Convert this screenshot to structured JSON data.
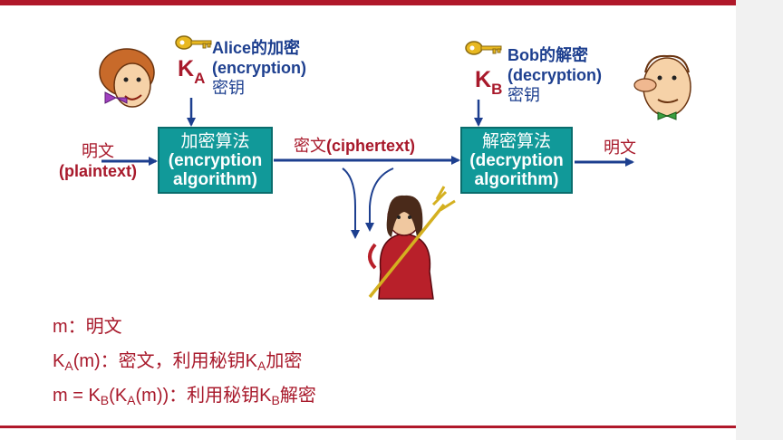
{
  "alice": {
    "key_letter": "K",
    "key_sub": "A",
    "title": "Alice的加密",
    "paren": "(encryption)",
    "key_word": "密钥"
  },
  "bob": {
    "key_letter": "K",
    "key_sub": "B",
    "title": "Bob的解密",
    "paren": "(decryption)",
    "key_word": "密钥"
  },
  "plaintext_in": {
    "cn": "明文",
    "en": "(plaintext)"
  },
  "enc_box": {
    "cn": "加密算法",
    "line2": "(encryption",
    "line3": "algorithm)"
  },
  "ciphertext": {
    "cn": "密文",
    "en": "(ciphertext)"
  },
  "dec_box": {
    "cn": "解密算法",
    "line2": "(decryption",
    "line3": "algorithm)"
  },
  "plaintext_out": "明文",
  "formulas": {
    "f1": {
      "m": "m",
      "desc": "：明文"
    },
    "f2": {
      "k": "K",
      "sub": "A",
      "arg": "(m)",
      "desc": "：密文，利用秘钥",
      "k2": "K",
      "sub2": "A",
      "tail": "加密"
    },
    "f3": {
      "lead": "m = ",
      "k": "K",
      "sub": "B",
      "open": "(",
      "k2": "K",
      "sub2": "A",
      "close": "(m))",
      "desc": "：利用秘钥",
      "k3": "K",
      "sub3": "B",
      "tail": "解密"
    }
  },
  "colors": {
    "accent_red": "#a8192b",
    "navy": "#1d3f8f",
    "teal_box": "#119999",
    "key_gold": "#e8b820"
  }
}
